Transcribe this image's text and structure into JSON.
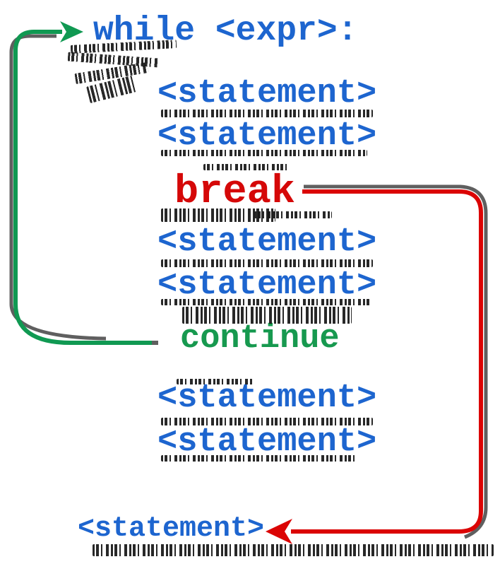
{
  "diagram": {
    "header": "while <expr>:",
    "body_statements": [
      "<statement>",
      "<statement>",
      "<statement>",
      "<statement>",
      "<statement>",
      "<statement>"
    ],
    "break_keyword": "break",
    "continue_keyword": "continue",
    "after_loop_statement": "<statement>"
  },
  "colors": {
    "code_blue": "#1d65cf",
    "break_red": "#d50808",
    "continue_green": "#17994f",
    "arrow_green": "#109952",
    "arrow_red": "#db0404",
    "shadow_grey": "#5f5f5f"
  }
}
